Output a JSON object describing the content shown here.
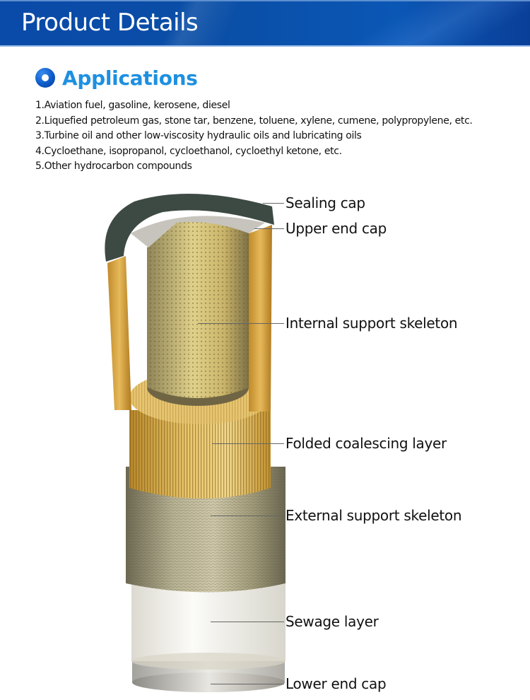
{
  "header": {
    "title": "Product Details"
  },
  "section": {
    "icon": "ring-bullet-icon",
    "title": "Applications",
    "items": [
      "1.Aviation fuel, gasoline, kerosene, diesel",
      "2.Liquefied petroleum gas, stone tar, benzene, toluene, xylene, cumene, polypropylene, etc.",
      "3.Turbine oil and other low-viscosity hydraulic oils and lubricating oils",
      "4.Cycloethane, isopropanol, cycloethanol, cycloethyl ketone, etc.",
      "5.Other hydrocarbon compounds"
    ]
  },
  "diagram": {
    "callouts": [
      {
        "label": "Sealing cap"
      },
      {
        "label": "Upper end cap"
      },
      {
        "label": "Internal support skeleton"
      },
      {
        "label": "Folded coalescing layer"
      },
      {
        "label": "External support skeleton"
      },
      {
        "label": "Sewage layer"
      },
      {
        "label": "Lower end cap"
      }
    ]
  },
  "colors": {
    "banner": "#0a4ea6",
    "accent": "#1e90e0",
    "text": "#111111"
  }
}
